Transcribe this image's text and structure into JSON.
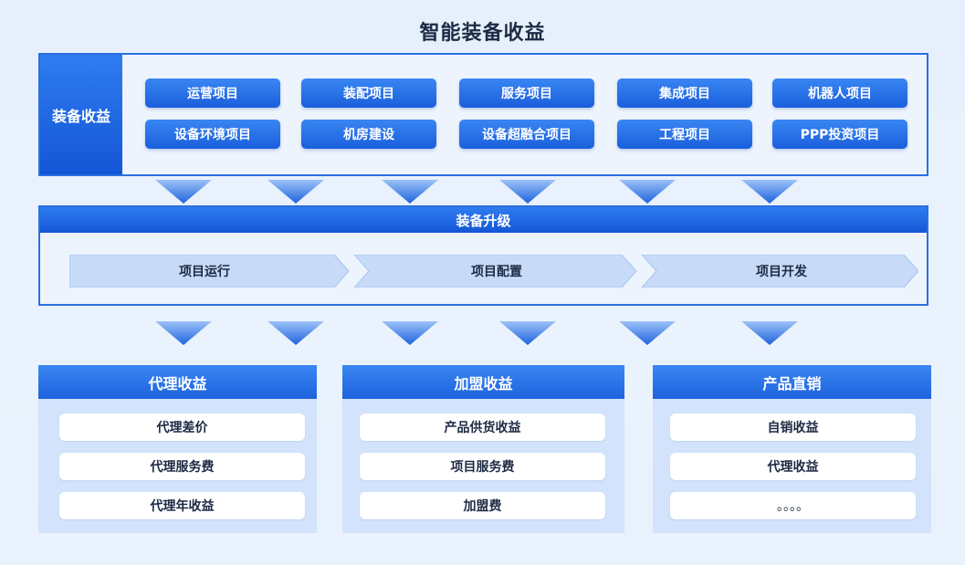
{
  "title": "智能装备收益",
  "top": {
    "side_label": "装备收益",
    "items": [
      "运营项目",
      "装配项目",
      "服务项目",
      "集成项目",
      "机器人项目",
      "设备环境项目",
      "机房建设",
      "设备超融合项目",
      "工程项目",
      "PPP投资项目"
    ]
  },
  "middle": {
    "header": "装备升级",
    "steps": [
      "项目运行",
      "项目配置",
      "项目开发"
    ]
  },
  "cards": [
    {
      "title": "代理收益",
      "items": [
        "代理差价",
        "代理服务费",
        "代理年收益"
      ]
    },
    {
      "title": "加盟收益",
      "items": [
        "产品供货收益",
        "项目服务费",
        "加盟费"
      ]
    },
    {
      "title": "产品直销",
      "items": [
        "自销收益",
        "代理收益",
        "。。。。"
      ]
    }
  ],
  "colors": {
    "primary": "#1e63de",
    "light_panel": "#d3e3fb",
    "background": "#e8f1fc"
  }
}
